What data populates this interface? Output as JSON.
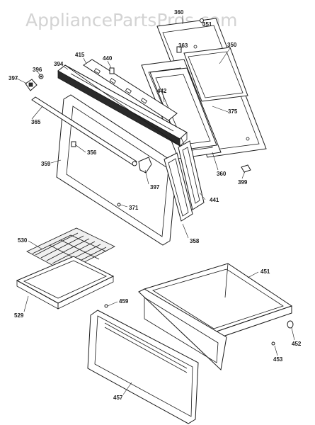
{
  "watermark": "AppliancePartsPros.com",
  "labels": {
    "p350": "350",
    "p360a": "360",
    "p351": "351",
    "p363": "363",
    "p375": "375",
    "p360b": "360",
    "p399": "399",
    "p415": "415",
    "p440": "440",
    "p394": "394",
    "p396": "396",
    "p397a": "397",
    "p442": "442",
    "p365": "365",
    "p356": "356",
    "p359": "359",
    "p397b": "397",
    "p441": "441",
    "p371": "371",
    "p358": "358",
    "p530": "530",
    "p529": "529",
    "p451": "451",
    "p459": "459",
    "p452": "452",
    "p453": "453",
    "p457": "457"
  }
}
